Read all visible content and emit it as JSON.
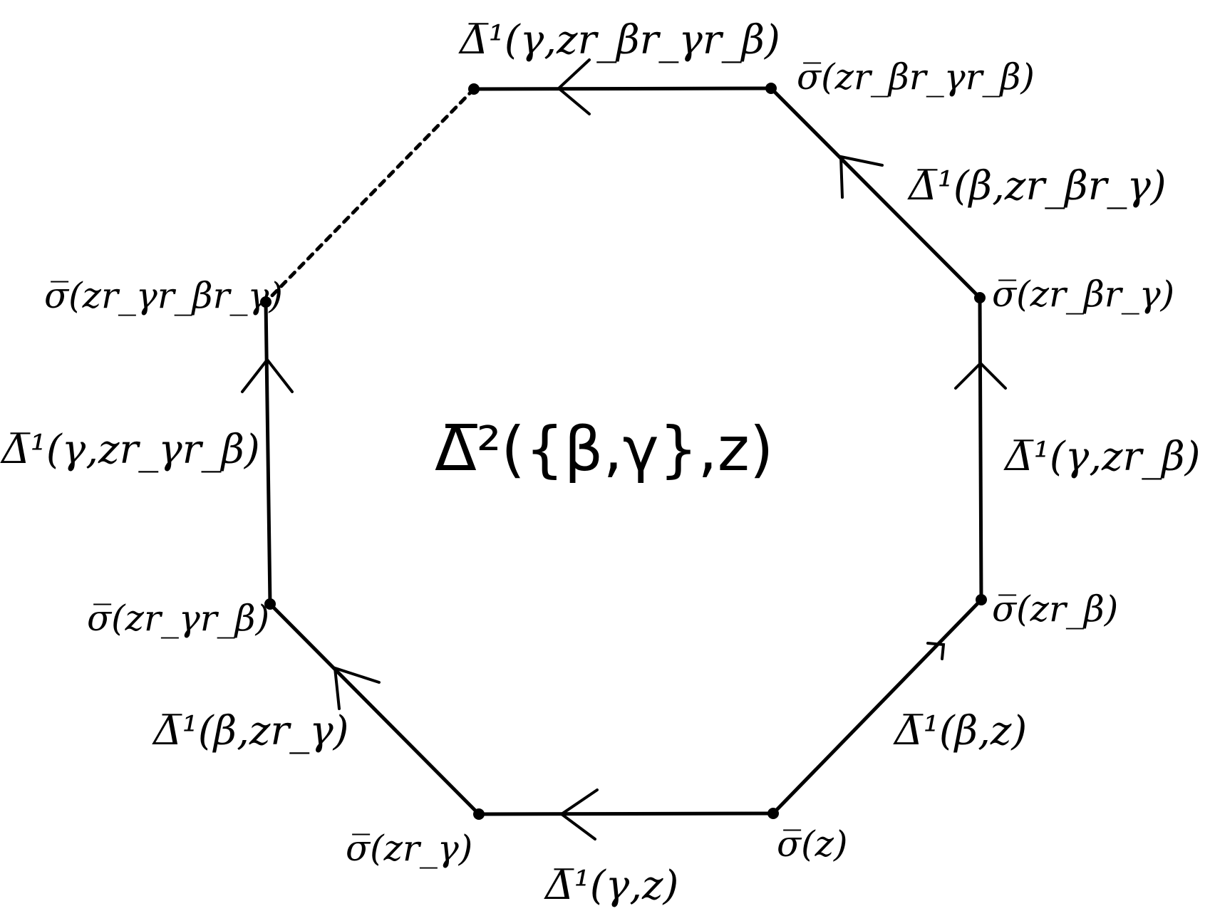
{
  "colors": {
    "stroke": "#000000",
    "background": "#ffffff"
  },
  "diagram": {
    "center_label": "Δ̅²({β,γ},z)",
    "vertices": [
      {
        "id": "v0",
        "label": "σ̅(z)"
      },
      {
        "id": "v1",
        "label": "σ̅(zr_β)"
      },
      {
        "id": "v2",
        "label": "σ̅(zr_βr_γ)"
      },
      {
        "id": "v3",
        "label": "σ̅(zr_βr_γr_β)"
      },
      {
        "id": "v4",
        "label": ""
      },
      {
        "id": "v5",
        "label": "σ̅(zr_γr_βr_γ)"
      },
      {
        "id": "v6",
        "label": "σ̅(zr_γr_β)"
      },
      {
        "id": "v7",
        "label": "σ̅(zr_γ)"
      }
    ],
    "edges": [
      {
        "id": "e01",
        "label": "Δ̅¹(β,z)",
        "style": "solid"
      },
      {
        "id": "e12",
        "label": "Δ̅¹(γ,zr_β)",
        "style": "solid"
      },
      {
        "id": "e23",
        "label": "Δ̅¹(β,zr_βr_γ)",
        "style": "solid"
      },
      {
        "id": "e34",
        "label": "Δ̅¹(γ,zr_βr_γr_β)",
        "style": "solid"
      },
      {
        "id": "e45",
        "label": "",
        "style": "dashed"
      },
      {
        "id": "e65",
        "label": "Δ̅¹(γ,zr_γr_β)",
        "style": "solid"
      },
      {
        "id": "e76",
        "label": "Δ̅¹(β,zr_γ)",
        "style": "solid"
      },
      {
        "id": "e07",
        "label": "Δ̅¹(γ,z)",
        "style": "solid"
      }
    ]
  }
}
